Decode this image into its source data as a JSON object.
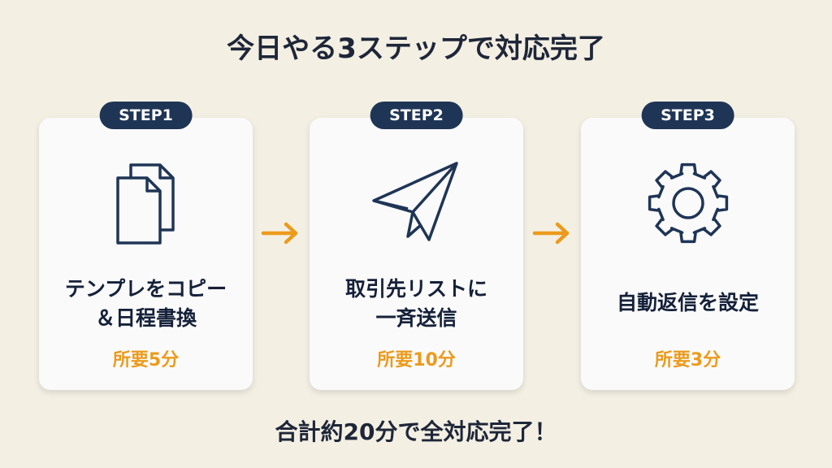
{
  "title": "今日やる3ステップで対応完了",
  "steps": [
    {
      "badge": "STEP1",
      "icon": "copy-documents-icon",
      "label_lines": [
        "テンプレをコピー",
        "＆日程書換"
      ],
      "time": "所要5分"
    },
    {
      "badge": "STEP2",
      "icon": "paper-plane-icon",
      "label_lines": [
        "取引先リストに",
        "一斉送信"
      ],
      "time": "所要10分"
    },
    {
      "badge": "STEP3",
      "icon": "gear-icon",
      "label_lines": [
        "自動返信を設定"
      ],
      "time": "所要3分"
    }
  ],
  "footer": "合計約20分で全対応完了！",
  "colors": {
    "navy": "#1f3556",
    "accent": "#ec9a1c",
    "background": "#f3efe3"
  }
}
